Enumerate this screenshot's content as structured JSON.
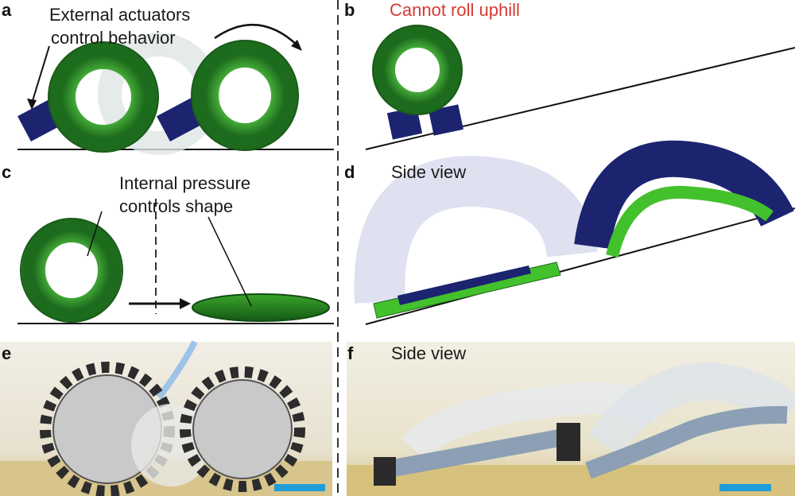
{
  "panels": {
    "a": {
      "letter": "a",
      "line1": "External actuators",
      "line2": "control behavior"
    },
    "b": {
      "letter": "b",
      "caption": "Cannot roll uphill"
    },
    "c": {
      "letter": "c",
      "line1": "Internal pressure",
      "line2": "controls shape"
    },
    "d": {
      "letter": "d",
      "caption": "Side view"
    },
    "e": {
      "letter": "e"
    },
    "f": {
      "letter": "f",
      "caption": "Side view"
    }
  },
  "colors": {
    "green_dark": "#1f6b1f",
    "green_light": "#43c12c",
    "navy": "#1c2470",
    "red_caption": "#d63a32",
    "scale_bar": "#1f9bd7"
  }
}
